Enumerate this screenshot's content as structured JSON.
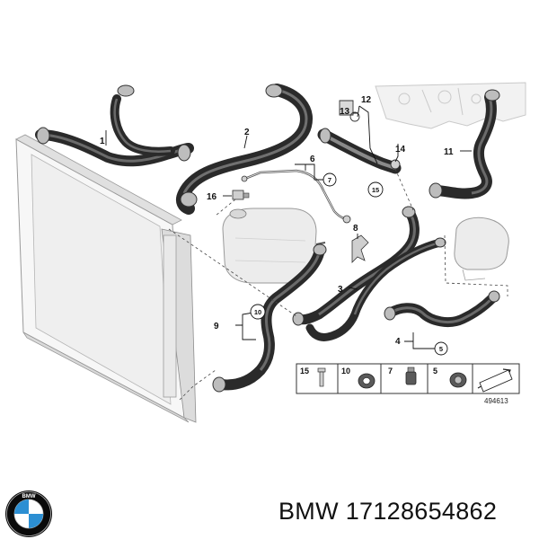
{
  "callouts": {
    "c1": "1",
    "c2": "2",
    "c3": "3",
    "c4": "4",
    "c6": "6",
    "c8": "8",
    "c9": "9",
    "c11": "11",
    "c12": "12",
    "c13": "13",
    "c14": "14",
    "c16": "16"
  },
  "circled": {
    "c5": "5",
    "c7": "7",
    "c10": "10",
    "c15": "15"
  },
  "legend": {
    "items": [
      "15",
      "10",
      "7",
      "5"
    ]
  },
  "reference_number": "494613",
  "footer": {
    "brand": "BMW",
    "part_number": "17128654862"
  },
  "logo": {
    "colors": {
      "ring": "#0a0a0a",
      "blue": "#2c8fd3",
      "white": "#ffffff"
    }
  }
}
